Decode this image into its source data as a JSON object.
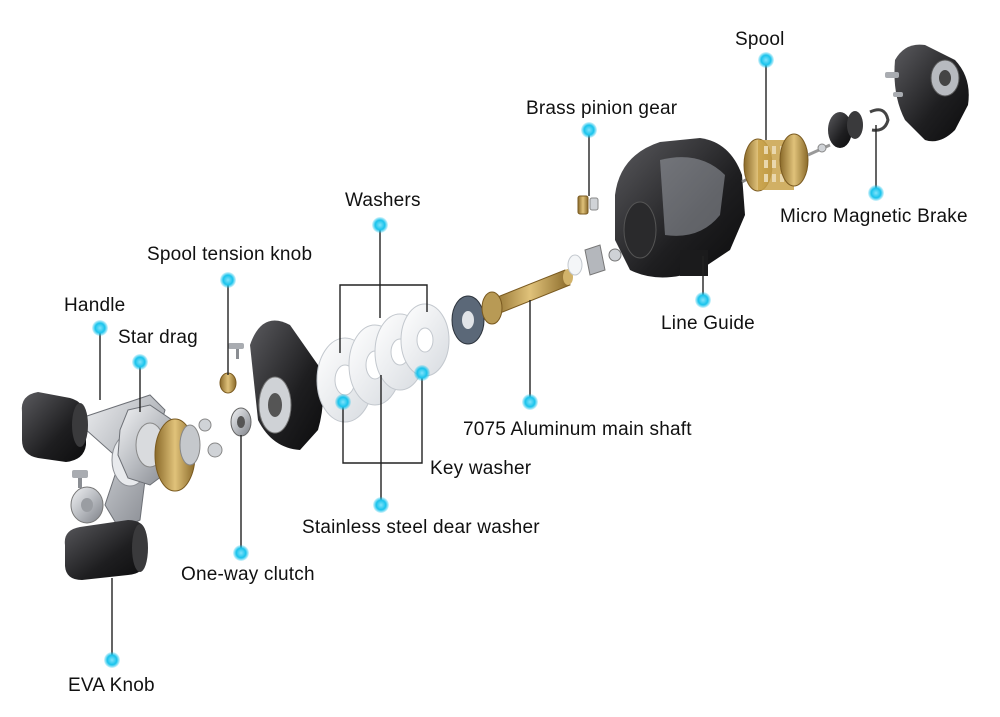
{
  "colors": {
    "accent": "#19c3ec",
    "leader": "#222222",
    "metal_dark": "#2b2b2b",
    "metal_silver": "#c9ccd0",
    "brass": "#c9a24a",
    "washer": "#eef1f4"
  },
  "labels": {
    "spool": "Spool",
    "brass_pinion_gear": "Brass pinion gear",
    "micro_magnetic_brake": "Micro Magnetic Brake",
    "washers": "Washers",
    "spool_tension_knob": "Spool tension knob",
    "handle": "Handle",
    "star_drag": "Star drag",
    "line_guide": "Line Guide",
    "main_shaft": "7075 Aluminum main shaft",
    "key_washer": "Key washer",
    "stainless_washer": "Stainless steel dear washer",
    "one_way_clutch": "One-way clutch",
    "eva_knob": "EVA Knob"
  },
  "icons": {
    "callout_marker": "callout-dot-icon"
  }
}
